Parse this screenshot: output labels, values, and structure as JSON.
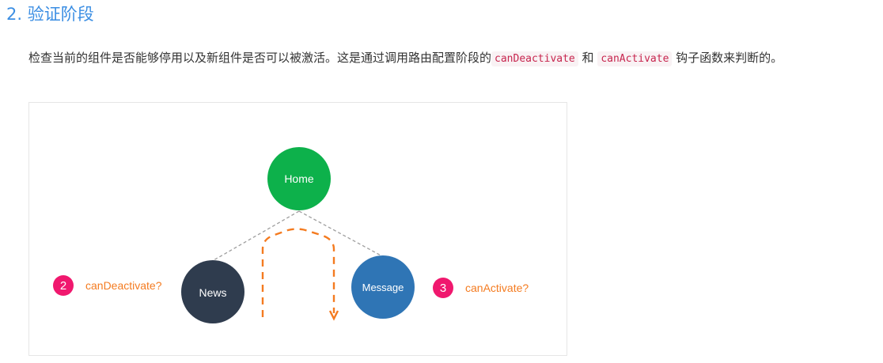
{
  "section": {
    "heading": "2. 验证阶段"
  },
  "paragraph": {
    "text_before": "检查当前的组件是否能够停用以及新组件是否可以被激活。这是通过调用路由配置阶段的",
    "code_1": "canDeactivate",
    "text_between": " 和 ",
    "code_2": "canActivate",
    "text_after": " 钩子函数来判断的。"
  },
  "diagram": {
    "home_label": "Home",
    "news_label": "News",
    "message_label": "Message",
    "step_2_number": "2",
    "step_2_label": "canDeactivate?",
    "step_3_number": "3",
    "step_3_label": "canActivate?",
    "colors": {
      "home": "#0db14b",
      "news": "#2f3c4e",
      "message": "#2f75b5",
      "badge": "#f0186e",
      "hook": "#f47b20",
      "connector": "#9e9e9e"
    }
  }
}
